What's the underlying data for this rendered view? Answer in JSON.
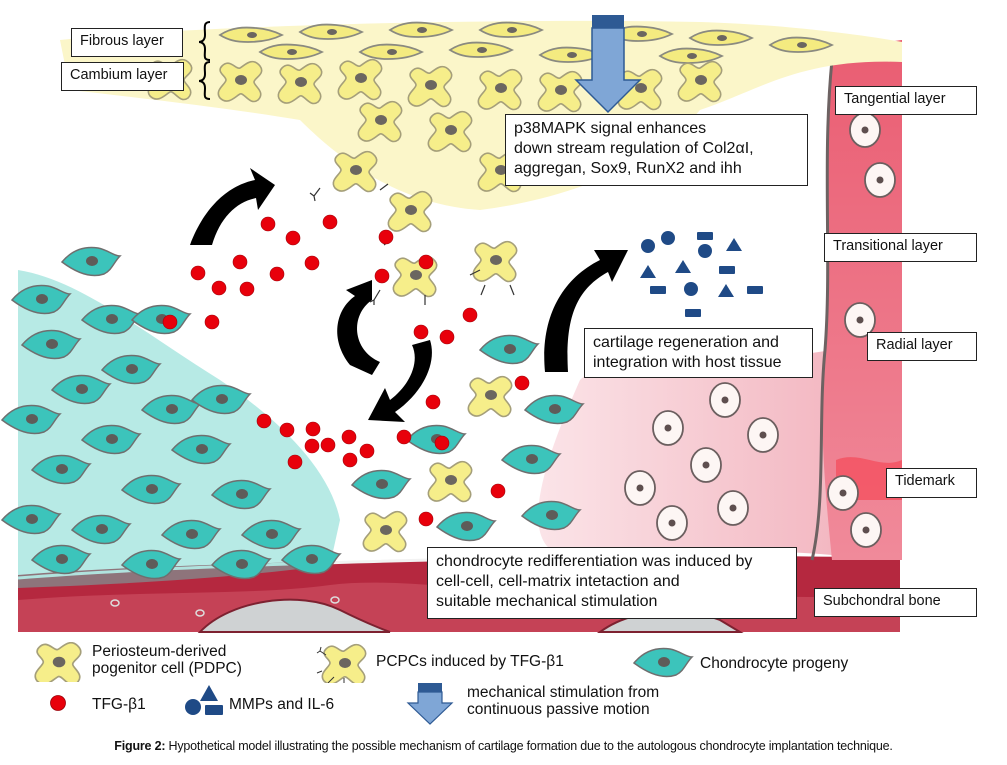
{
  "figure": {
    "caption_label": "Figure 2:",
    "caption_text": " Hypothetical model illustrating the possible mechanism of cartilage formation due to the autologous chondrocyte implantation technique."
  },
  "periosteum_labels": {
    "fibrous": "Fibrous layer",
    "cambium": "Cambium layer"
  },
  "cartilage_layers": {
    "tangential": "Tangential layer",
    "transitional": "Transitional layer",
    "radial": "Radial layer",
    "tidemark": "Tidemark",
    "subchondral": "Subchondral bone"
  },
  "annotations": {
    "p38": [
      "p38MAPK signal enhances",
      "down stream regulation of Col2αI,",
      "aggregan, Sox9, RunX2  and ihh"
    ],
    "regeneration": [
      "cartilage regeneration and",
      "integration with host tissue"
    ],
    "redifferentiation": [
      "chondrocyte redifferentiation was induced by",
      "cell-cell, cell-matrix intetaction and",
      "suitable mechanical stimulation"
    ]
  },
  "legend": {
    "pdpc": [
      "Periosteum-derived",
      "pogenitor cell (PDPC)"
    ],
    "pcpc": "PCPCs induced by TFG-β1",
    "chondrocyte": "Chondrocyte progeny",
    "tgf": "TFG-β1",
    "mmp": "MMPs and IL-6",
    "mechanical": [
      "mechanical stimulation  from",
      "continuous passive motion"
    ]
  },
  "icons": {
    "pdpc": "yellow-cell-icon",
    "pcpc": "yellow-cell-with-receptors-icon",
    "chondrocyte": "teal-cell-icon",
    "tgf": "red-dot-icon",
    "mmp": "navy-shapes-icon",
    "mechanical": "blue-down-arrow-icon"
  },
  "colors": {
    "pdpc_fill": "#f6ee8a",
    "cell_outline": "#8a8a80",
    "nucleus": "#6b6660",
    "chondrocyte_fill": "#3cc4bb",
    "tgf_red": "#e8000b",
    "mmp_navy": "#1f4a86",
    "arrow_blue": "#7fa6d6",
    "arrow_blue_dark": "#2e5a94",
    "cartilage_pink": "#f2b4bd",
    "cartilage_red": "#e9566c",
    "bone_red": "#b5283f"
  }
}
